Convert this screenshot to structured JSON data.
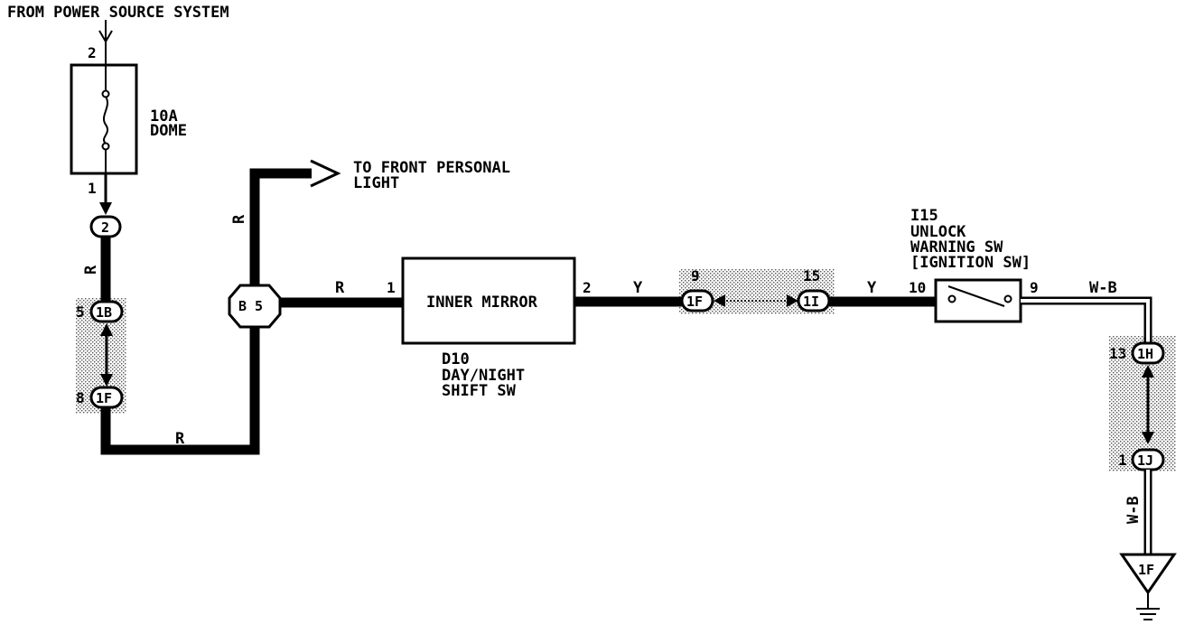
{
  "source_label": "FROM POWER SOURCE SYSTEM",
  "fuse": {
    "rating": "10A",
    "name": "DOME",
    "pin_top": "2",
    "pin_bottom": "1"
  },
  "junction_2": "2",
  "connectors": {
    "c1b": {
      "id": "1B",
      "pin": "5"
    },
    "c1f_left": {
      "id": "1F",
      "pin": "8"
    },
    "c1f_mid": {
      "id": "1F",
      "pin": "9"
    },
    "c1i": {
      "id": "1I",
      "pin": "15"
    },
    "c1h": {
      "id": "1H",
      "pin": "13"
    },
    "c1j": {
      "id": "1J",
      "pin": "1"
    }
  },
  "splice": {
    "id": "B 5"
  },
  "to_front_light": {
    "line1": "TO FRONT PERSONAL",
    "line2": "LIGHT"
  },
  "mirror": {
    "label": "INNER MIRROR",
    "pin_in": "1",
    "pin_out": "2",
    "code": "D10",
    "desc_line1": "DAY/NIGHT",
    "desc_line2": "SHIFT SW"
  },
  "switch": {
    "code": "I15",
    "line1": "UNLOCK",
    "line2": "WARNING SW",
    "line3": "[IGNITION SW]",
    "pin_in": "10",
    "pin_out": "9"
  },
  "wires": {
    "r_fuse": "R",
    "r_bottom": "R",
    "r_up": "R",
    "r_mirror": "R",
    "y_left": "Y",
    "y_right": "Y",
    "wb_top": "W-B",
    "wb_vertical": "W-B"
  },
  "ground": {
    "id": "1F"
  }
}
